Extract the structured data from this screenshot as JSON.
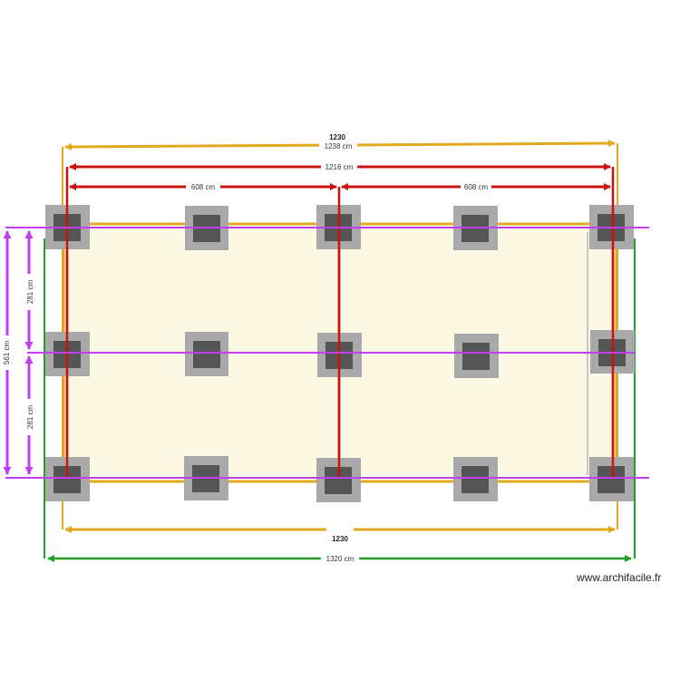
{
  "dimensions": {
    "top_total_bold": "1230",
    "top_total": "1238 cm",
    "inner_total": "1216 cm",
    "left_half": "608 cm",
    "right_half": "608 cm",
    "bottom_total_bold": "1230",
    "overall_width": "1320 cm",
    "overall_height": "561 cm",
    "upper_bay": "281 cm",
    "lower_bay": "281 cm"
  },
  "colors": {
    "orange": "#e3a91e",
    "red": "#cc1111",
    "purple": "#c040f0",
    "green": "#1fa02a",
    "floor": "#fbf8e4",
    "pad": "#a9a9a9",
    "post": "#555555"
  },
  "watermark": "www.archifacile.fr"
}
